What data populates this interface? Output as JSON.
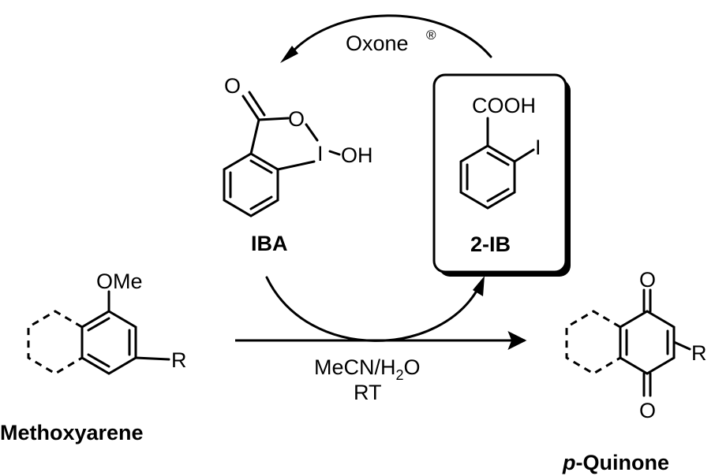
{
  "oxidant": {
    "name": "Oxone",
    "mark": "®"
  },
  "catalyst_oxidized": {
    "name": "IBA",
    "atoms": {
      "carbonyl_o": "O",
      "ring_o": "O",
      "iodine": "I",
      "hydroxyl": "OH"
    }
  },
  "catalyst_reduced": {
    "name": "2-IB",
    "atoms": {
      "acid": "COOH",
      "iodine": "I"
    }
  },
  "substrate": {
    "name": "Methoxyarene",
    "atoms": {
      "methoxy": "OMe",
      "substituent": "R"
    }
  },
  "product": {
    "name_prefix": "p",
    "name_suffix": "-Quinone",
    "atoms": {
      "o_top": "O",
      "o_bottom": "O",
      "substituent": "R"
    }
  },
  "conditions": {
    "solvent_a": "MeCN/H",
    "solvent_sub": "2",
    "solvent_b": "O",
    "temperature": "RT"
  },
  "colors": {
    "ink": "#000000",
    "background": "#ffffff",
    "box_shadow": "#000000"
  }
}
